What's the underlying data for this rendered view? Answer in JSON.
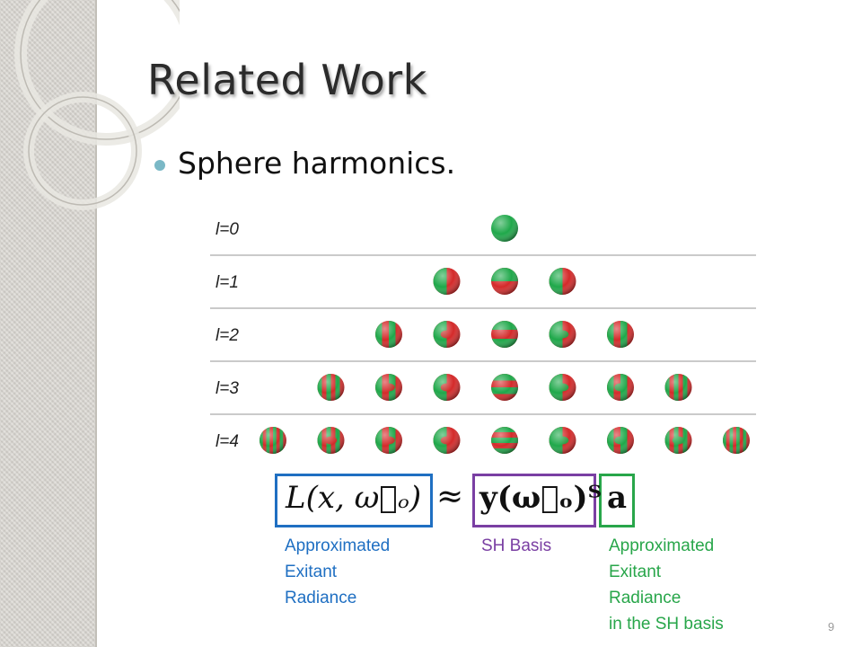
{
  "slide": {
    "title": "Related Work",
    "bullet": "Sphere harmonics.",
    "page_number": "9"
  },
  "figure": {
    "rows": [
      {
        "label": "l=0",
        "count": 1
      },
      {
        "label": "l=1",
        "count": 3
      },
      {
        "label": "l=2",
        "count": 5
      },
      {
        "label": "l=3",
        "count": 7
      },
      {
        "label": "l=4",
        "count": 9
      }
    ],
    "colors": {
      "positive": "#1fa84a",
      "negative": "#d42a2a",
      "divider": "#b8b8b8"
    }
  },
  "equation": {
    "lhs": "L(x, ω⃗ₒ)",
    "approx": "≈",
    "basis": "y(ω⃗ₒ)ᵀ",
    "coeff": "a"
  },
  "captions": {
    "lhs": [
      "Approximated",
      "Exitant",
      "Radiance"
    ],
    "basis": [
      "SH Basis"
    ],
    "coeff": [
      "Approximated",
      "Exitant",
      "Radiance",
      "in the SH basis"
    ]
  },
  "box_colors": {
    "lhs": "#1f6fc2",
    "basis": "#7a3fa3",
    "coeff": "#28a64a"
  }
}
